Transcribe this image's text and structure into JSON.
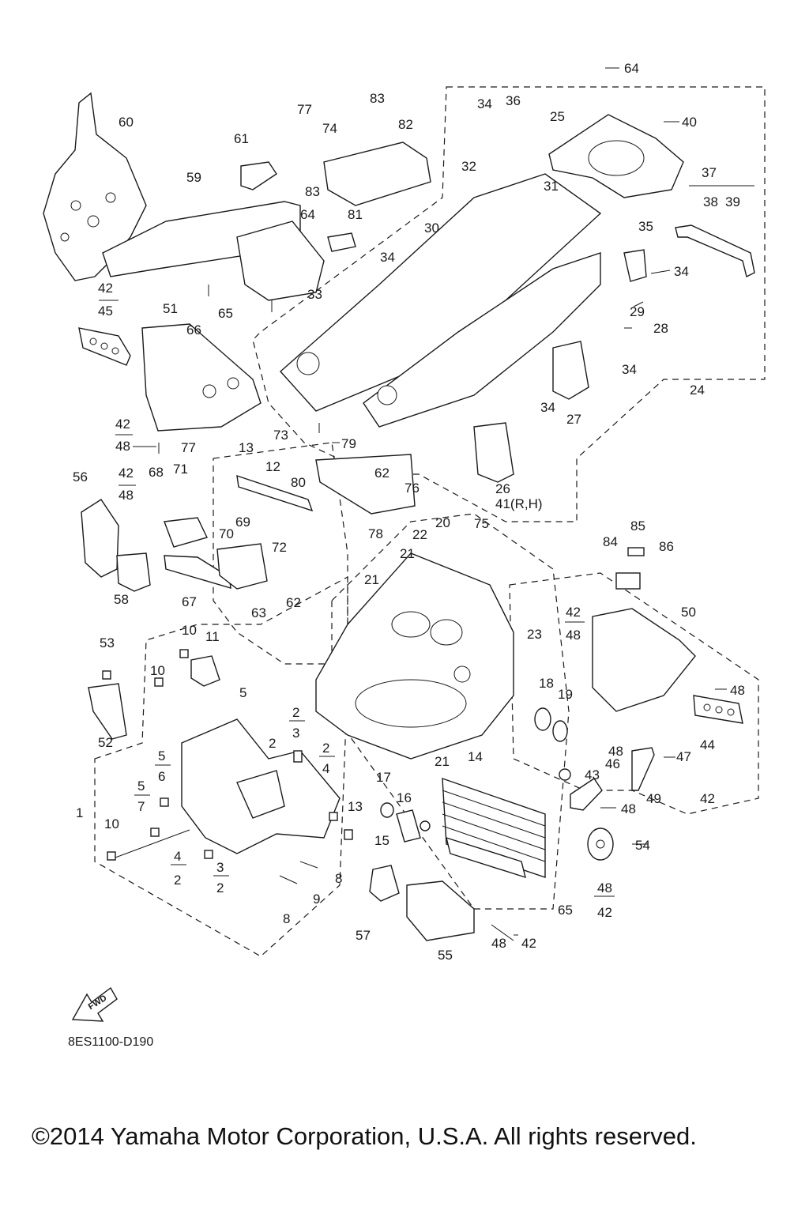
{
  "diagram": {
    "code": "8ES1100-D190",
    "fwd_label": "FWD",
    "copyright": "©2014 Yamaha Motor Corporation, U.S.A. All rights reserved."
  },
  "callouts": {
    "c64": "64",
    "c60": "60",
    "c77": "77",
    "c83a": "83",
    "c74": "74",
    "c82": "82",
    "c34a": "34",
    "c36": "36",
    "c25": "25",
    "c40": "40",
    "c61": "61",
    "c59": "59",
    "c32": "32",
    "c31": "31",
    "c37": "37",
    "c38": "38",
    "c39": "39",
    "c83b": "83",
    "c64b": "64",
    "c81": "81",
    "c30": "30",
    "c35": "35",
    "c34b": "34",
    "c34c": "34",
    "c42a": "42",
    "c45": "45",
    "c51": "51",
    "c66": "66",
    "c65a": "65",
    "c33": "33",
    "c29": "29",
    "c28": "28",
    "c34d": "34",
    "c24": "24",
    "c34e": "34",
    "c27": "27",
    "c42b": "42",
    "c48a": "48",
    "c73": "73",
    "c79": "79",
    "c77b": "77",
    "c13a": "13",
    "c12": "12",
    "c80": "80",
    "c62a": "62",
    "c76": "76",
    "c26": "26",
    "c41rh": "41(R,H)",
    "c56": "56",
    "c42c": "42",
    "c48b": "48",
    "c68": "68",
    "c71": "71",
    "c78": "78",
    "c20": "20",
    "c75": "75",
    "c22": "22",
    "c21a": "21",
    "c85": "85",
    "c84": "84",
    "c86": "86",
    "c69": "69",
    "c70": "70",
    "c72": "72",
    "c21b": "21",
    "c42d": "42",
    "c48c": "48",
    "c50": "50",
    "c58": "58",
    "c67": "67",
    "c63": "63",
    "c62b": "62",
    "c53": "53",
    "c10a": "10",
    "c11": "11",
    "c23": "23",
    "c10b": "10",
    "c5a": "5",
    "c18": "18",
    "c19": "19",
    "c48d": "48",
    "c52": "52",
    "c2a": "2",
    "c3a": "3",
    "c44": "44",
    "c5b": "5",
    "c6": "6",
    "c2b": "2",
    "c2c": "2",
    "c4a": "4",
    "c48e": "48",
    "c43": "43",
    "c46": "46",
    "c47": "47",
    "c5c": "5",
    "c7": "7",
    "c21c": "21",
    "c14": "14",
    "c17": "17",
    "c49": "49",
    "c42e": "42",
    "c16": "16",
    "c13b": "13",
    "c1": "1",
    "c10c": "10",
    "c48f": "48",
    "c15": "15",
    "c54": "54",
    "c4b": "4",
    "c2d": "2",
    "c3b": "3",
    "c2e": "2",
    "c9": "9",
    "c8a": "8",
    "c8b": "8",
    "c65b": "65",
    "c48g": "48",
    "c42f": "42",
    "c57": "57",
    "c48h": "48",
    "c42g": "42",
    "c55": "55"
  }
}
